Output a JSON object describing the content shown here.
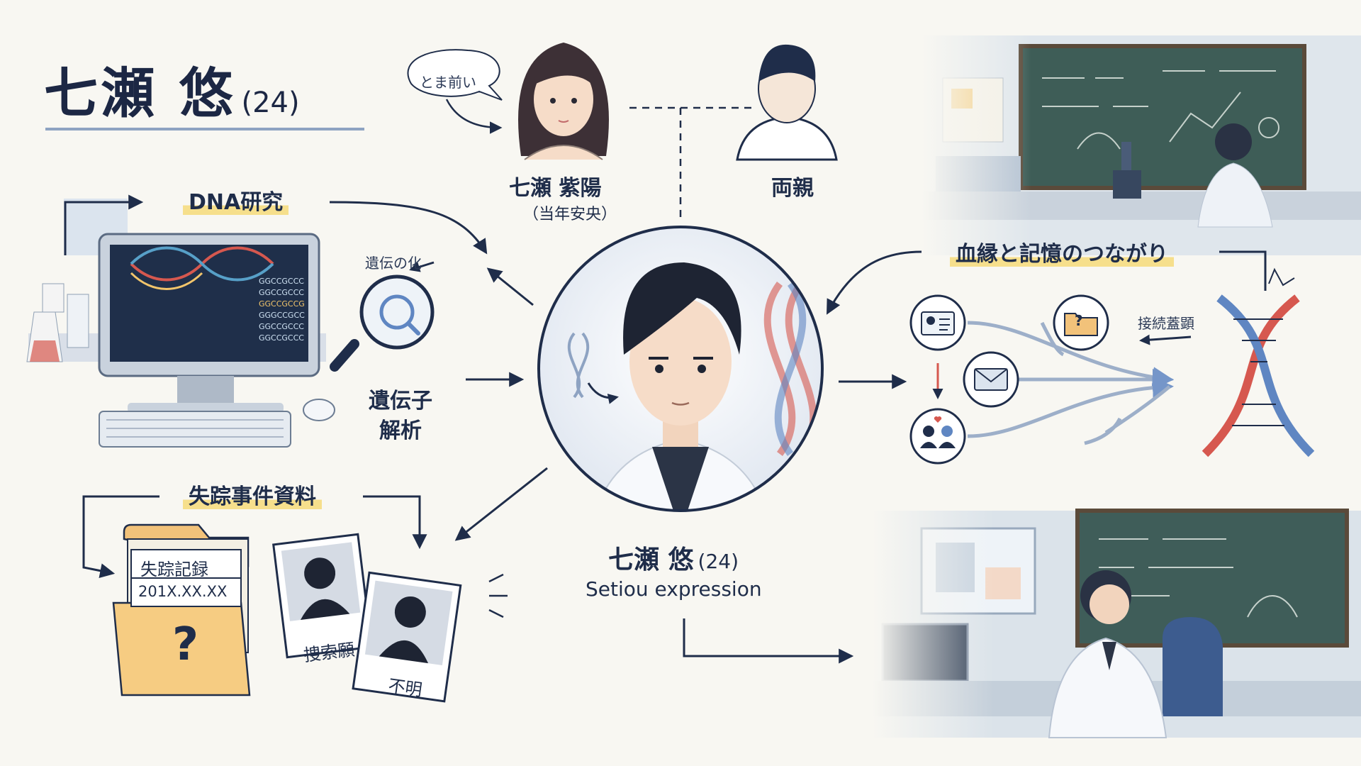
{
  "header": {
    "name": "七瀬 悠",
    "age": "(24)"
  },
  "sister": {
    "bubble": "とま前い",
    "name": "七瀬 紫陽",
    "sub": "（当年安央）"
  },
  "parents": {
    "label": "両親"
  },
  "dna_research": {
    "label": "DNA研究",
    "note": "遺伝の化",
    "gene_sequence": [
      "GGCCGCCC",
      "GGCCGCCC",
      "GGCCGCCG",
      "GGGCCGCC",
      "GGCCGCCC",
      "GGCCGCCC"
    ]
  },
  "gene_analysis": {
    "label": [
      "遺伝子",
      "解析"
    ]
  },
  "missing_case": {
    "label": "失踪事件資料",
    "folder_title": "失踪記録",
    "folder_date": "201X.XX.XX",
    "folder_mark": "?",
    "photo1_caption": "捜索願",
    "photo2_caption": "不明"
  },
  "center": {
    "name": "七瀬 悠",
    "age": "(24)",
    "subtitle": "Setiou expression"
  },
  "bloodline": {
    "label": "血縁と記憶のつながり",
    "note": "接続蓋顕",
    "folder_mark": "?"
  },
  "colors": {
    "navy": "#1f2d4a",
    "highlight": "#f6df8c",
    "accent_blue": "#8ea3c2",
    "dna_red": "#d6584f",
    "dna_blue": "#5f86c2"
  },
  "icons": [
    "magnifier-icon",
    "id-card-icon",
    "envelope-icon",
    "family-icon",
    "folder-icon",
    "computer-icon",
    "dna-helix-icon"
  ]
}
